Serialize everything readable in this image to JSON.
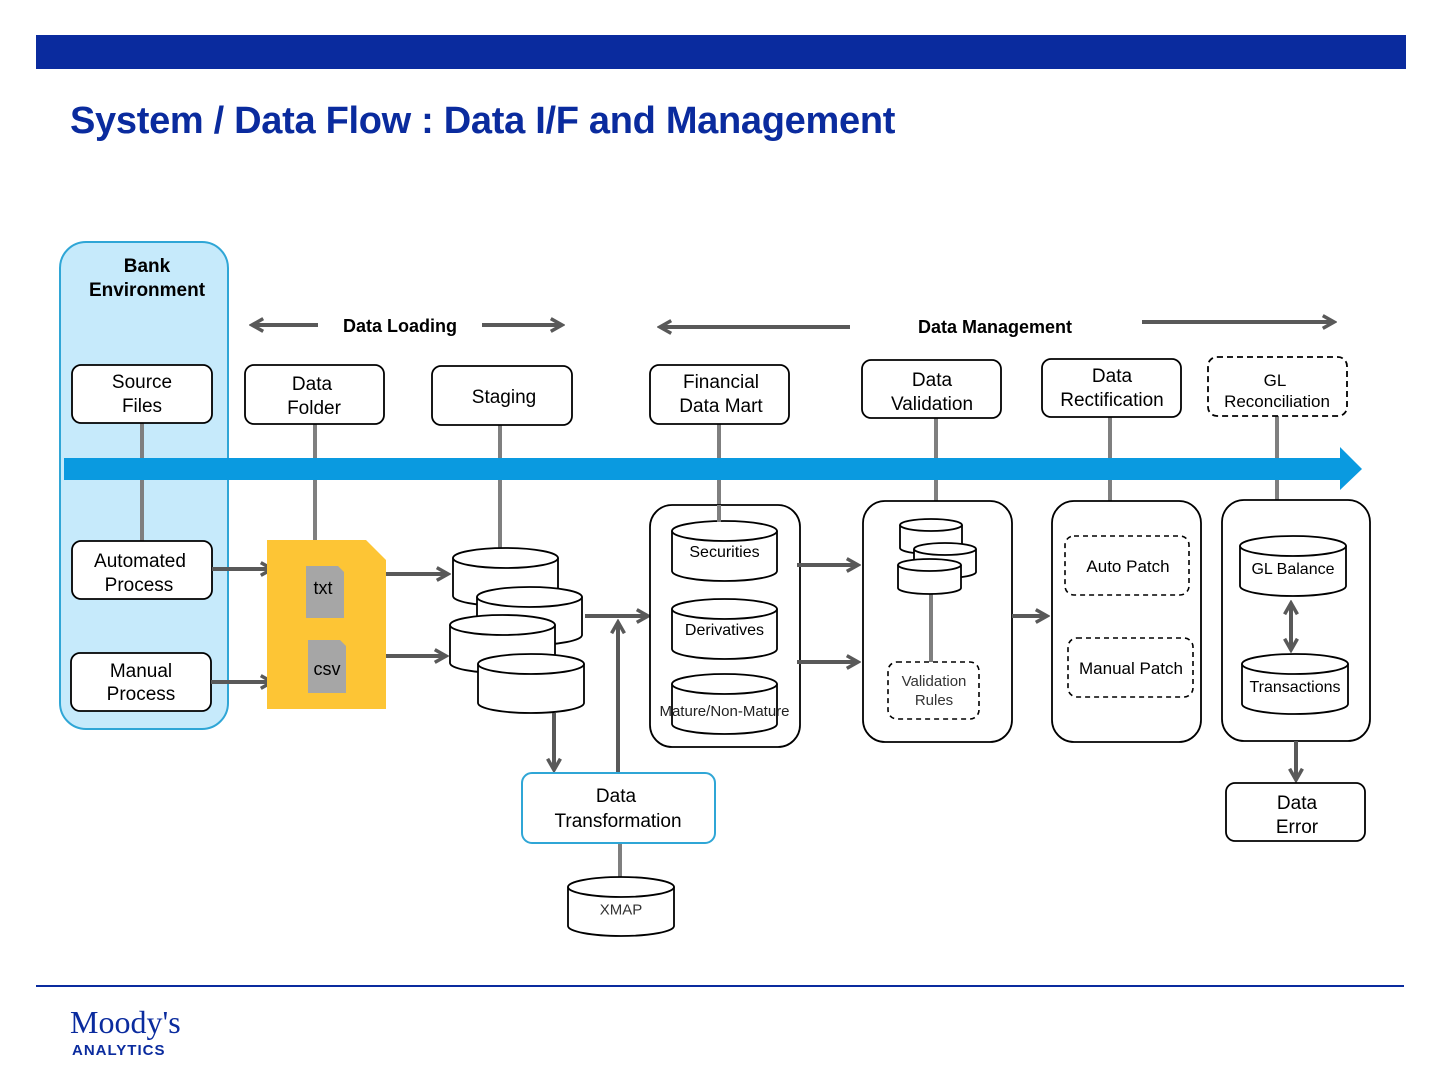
{
  "title": "System / Data Flow : Data I/F and Management",
  "footer": {
    "logo_main": "Moody's",
    "logo_sub": "ANALYTICS"
  },
  "colors": {
    "brand_blue": "#0a2b9e",
    "flow_arrow": "#0a9ae0",
    "bank_env_fill": "#c6eafb",
    "bank_env_border": "#2fa6d6",
    "data_folder_fill": "#fdc535",
    "file_icon_fill": "#a6a6a6",
    "connector_gray": "#7f7f7f",
    "arrow_gray": "#595959"
  },
  "bank_environment": {
    "label_line1": "Bank",
    "label_line2": "Environment",
    "source_files": [
      "Source",
      "Files"
    ],
    "automated_process": [
      "Automated",
      "Process"
    ],
    "manual_process": [
      "Manual",
      "Process"
    ]
  },
  "phases": {
    "data_loading": "Data Loading",
    "data_management": "Data Management"
  },
  "stages": {
    "data_folder": [
      "Data",
      "Folder"
    ],
    "staging": [
      "Staging"
    ],
    "financial_data_mart": [
      "Financial",
      "Data Mart"
    ],
    "data_validation": [
      "Data",
      "Validation"
    ],
    "data_rectification": [
      "Data",
      "Rectification"
    ],
    "gl_reconciliation": [
      "GL",
      "Reconciliation"
    ]
  },
  "data_folder_files": [
    "txt",
    "csv"
  ],
  "financial_data_mart_dbs": [
    "Securities",
    "Derivatives",
    "Mature/Non-Mature"
  ],
  "validation": {
    "rules": [
      "Validation",
      "Rules"
    ]
  },
  "rectification": {
    "auto_patch": "Auto Patch",
    "manual_patch": "Manual Patch"
  },
  "reconciliation": {
    "gl_balance": "GL Balance",
    "transactions": "Transactions"
  },
  "data_transformation": [
    "Data",
    "Transformation"
  ],
  "xmap": "XMAP",
  "data_error": [
    "Data",
    "Error"
  ]
}
